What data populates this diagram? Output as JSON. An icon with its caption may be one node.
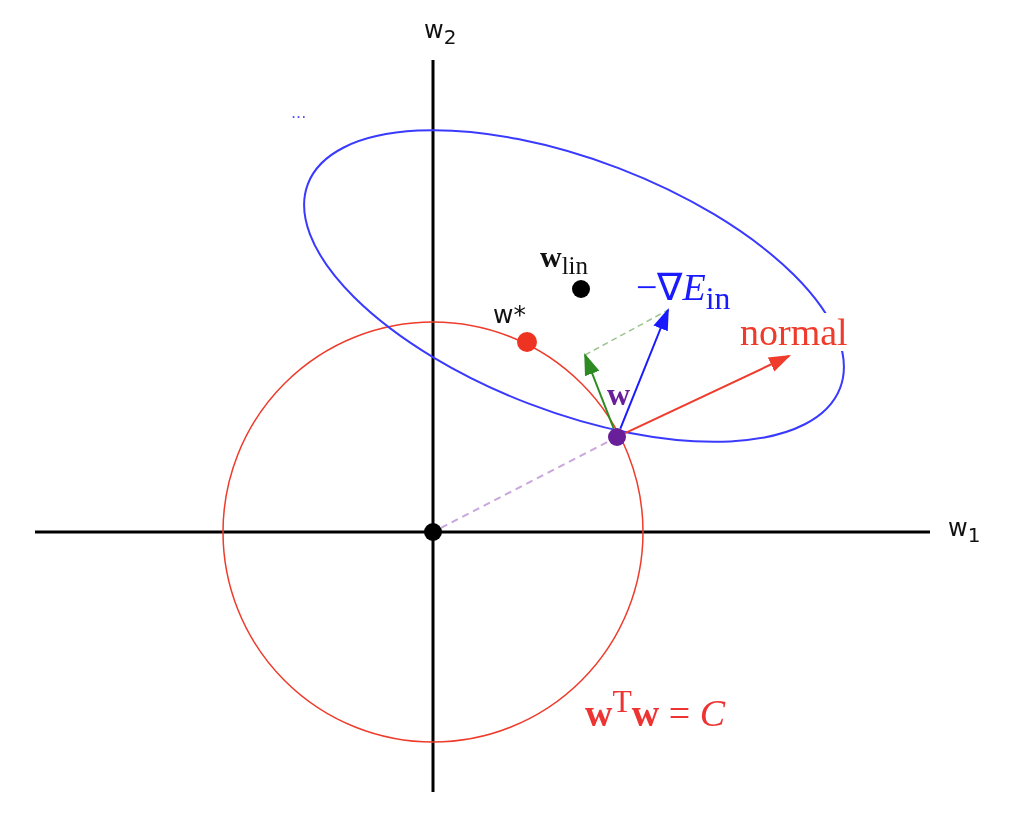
{
  "diagram": {
    "nodes": [
      {
        "text": [],
        "shape": "circle"
      },
      {
        "text": [],
        "shape": "circle",
        "beside": [
          "w*"
        ]
      },
      {
        "text": [],
        "shape": "circle",
        "beside": [
          "**w**$_{lin}$"
        ]
      },
      {
        "text": [],
        "shape": "circle",
        "beside": [
          "w"
        ]
      }
    ],
    "edges": [
      {
        "from": 3,
        "to": null,
        "arrow": "to",
        "label": "−∇*E*$_{in}$",
        "color": "#1a1aff"
      },
      {
        "from": 3,
        "to": null,
        "arrow": "to",
        "label": "normal",
        "color": "#ee3b2b"
      },
      {
        "from": 3,
        "to": null,
        "arrow": "to",
        "color": "#2e8b22"
      },
      {
        "from": 0,
        "to": 3,
        "arrow": "none",
        "style": "dashed",
        "color": "#c9a6dc"
      }
    ],
    "labels": [
      "w$_{2}$",
      "...",
      "w$_{1}$",
      "**w**$^{T}$**w** = *C*"
    ]
  }
}
